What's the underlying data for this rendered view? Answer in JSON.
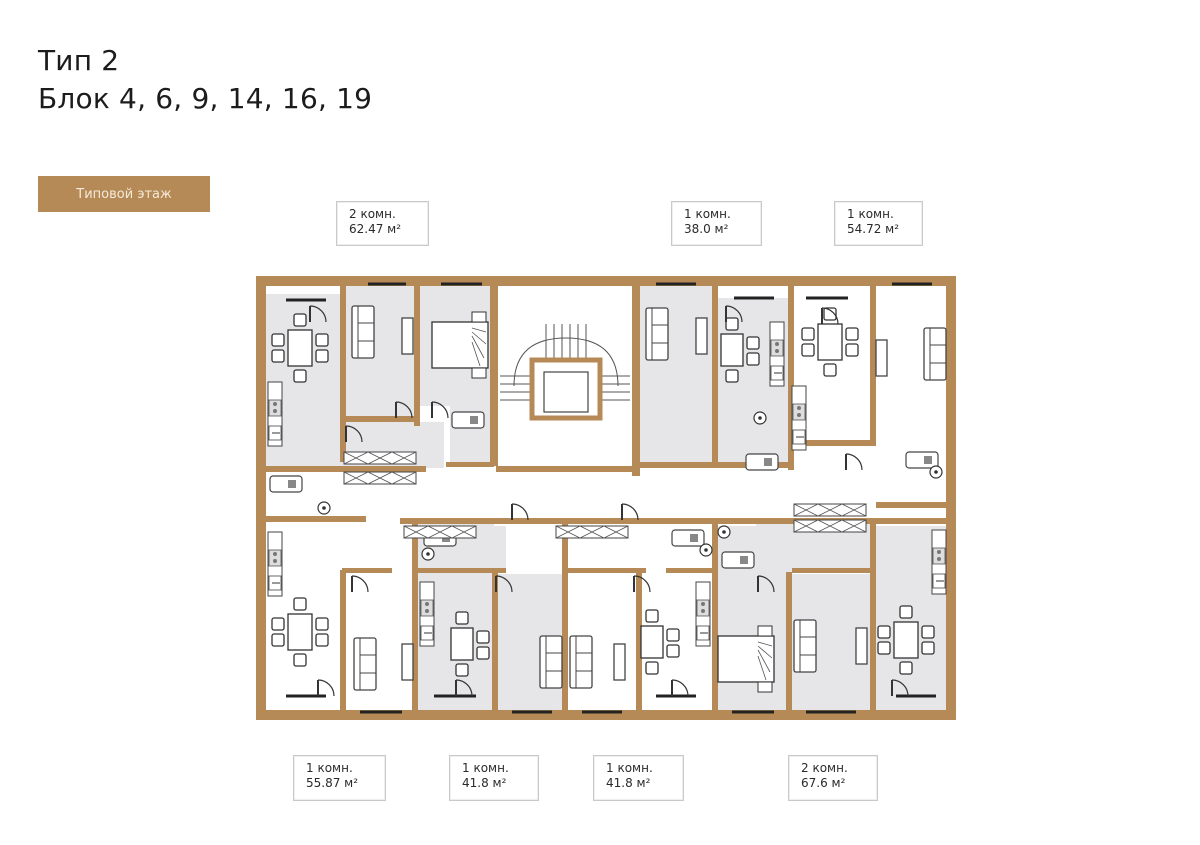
{
  "header": {
    "title_line1": "Тип 2",
    "title_line2": "Блок 4, 6, 9, 14, 16, 19"
  },
  "floor_tab": {
    "label": "Типовой этаж",
    "bg_color": "#b58a57",
    "text_color": "#f5ead9"
  },
  "plan": {
    "wall_color": "#b58a57",
    "room_fill_shaded": "#e6e6e8",
    "room_fill_plain": "#ffffff",
    "top_apartments": [
      {
        "rooms": "2 комн.",
        "area": "62.47 м²"
      },
      {
        "rooms": "1 комн.",
        "area": "38.0 м²"
      },
      {
        "rooms": "1 комн.",
        "area": "54.72 м²"
      }
    ],
    "bottom_apartments": [
      {
        "rooms": "1 комн.",
        "area": "55.87 м²"
      },
      {
        "rooms": "1 комн.",
        "area": "41.8 м²"
      },
      {
        "rooms": "1 комн.",
        "area": "41.8 м²"
      },
      {
        "rooms": "2 комн.",
        "area": "67.6 м²"
      }
    ]
  }
}
